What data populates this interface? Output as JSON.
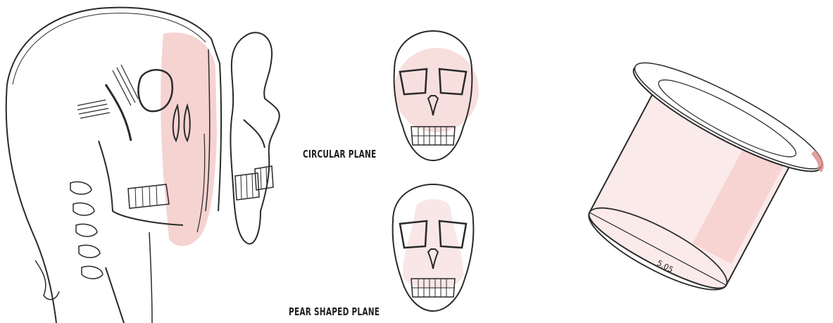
{
  "labels": {
    "circular_plane": "CIRCULAR PLANE",
    "pear_plane": "PEAR SHAPED PLANE"
  },
  "cylinder": {
    "diameter_label": "5.05"
  },
  "colors": {
    "ink": "#2a2a2a",
    "tint": "#e8a9a8",
    "paper": "#ffffff"
  },
  "figures": {
    "head_profile": "lateral-head-cutaway",
    "side_skull": "side-view-skull-section",
    "front_skull_1": "front-view-skull",
    "front_skull_2": "front-view-skull",
    "container": "flanged-cylinder"
  }
}
